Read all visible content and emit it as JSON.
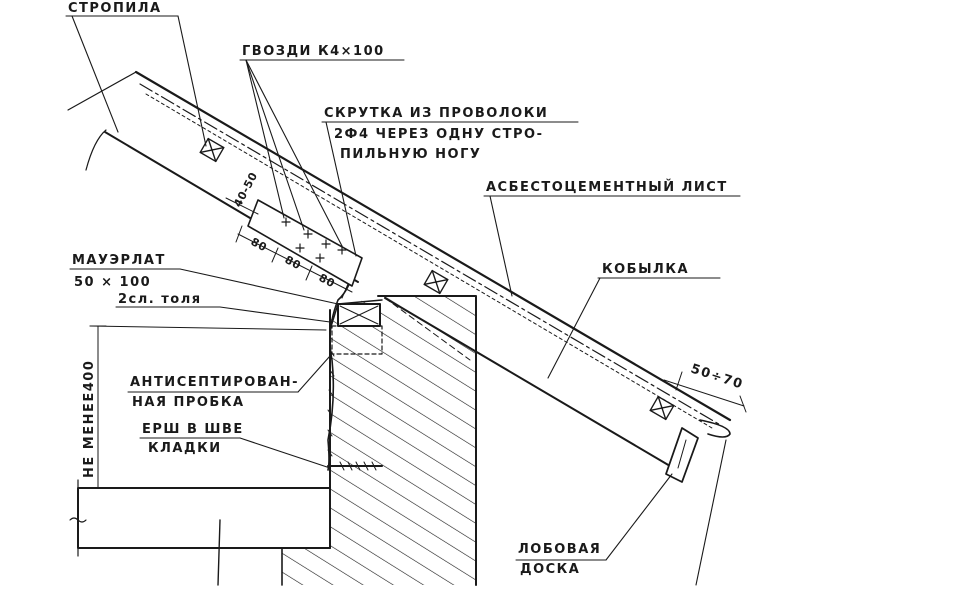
{
  "labels": {
    "rafter_leg": "СТРОПИЛА",
    "nails": "ГВОЗДИ К4×100",
    "wire_line1": "СКРУТКА ИЗ ПРОВОЛОКИ",
    "wire_line2": "2Ф4 ЧЕРЕЗ ОДНУ СТРО-",
    "wire_line3": "ПИЛЬНУЮ НОГУ",
    "sheet": "АСБЕСТОЦЕМЕНТНЫЙ ЛИСТ",
    "mauerlat_line1": "МАУЭРЛАТ",
    "mauerlat_line2": "50 × 100",
    "tar_paper": "2сл. толя",
    "kobylka": "КОБЫЛКА",
    "cork_line1": "АНТИСЕПТИРОВАН-",
    "cork_line2": "НАЯ ПРОБКА",
    "ruff_line1": "ЕРШ В ШВЕ",
    "ruff_line2": "КЛАДКИ",
    "height_note": "НЕ МЕНЕЕ400",
    "fascia_line1": "ЛОБОВАЯ",
    "fascia_line2": "ДОСКА"
  },
  "dimensions": {
    "d1": "80",
    "d2": "80",
    "d3": "80",
    "gap": "40-50",
    "overhang": "50÷70"
  },
  "colors": {
    "ink": "#1a1a1a",
    "paper": "#ffffff"
  }
}
